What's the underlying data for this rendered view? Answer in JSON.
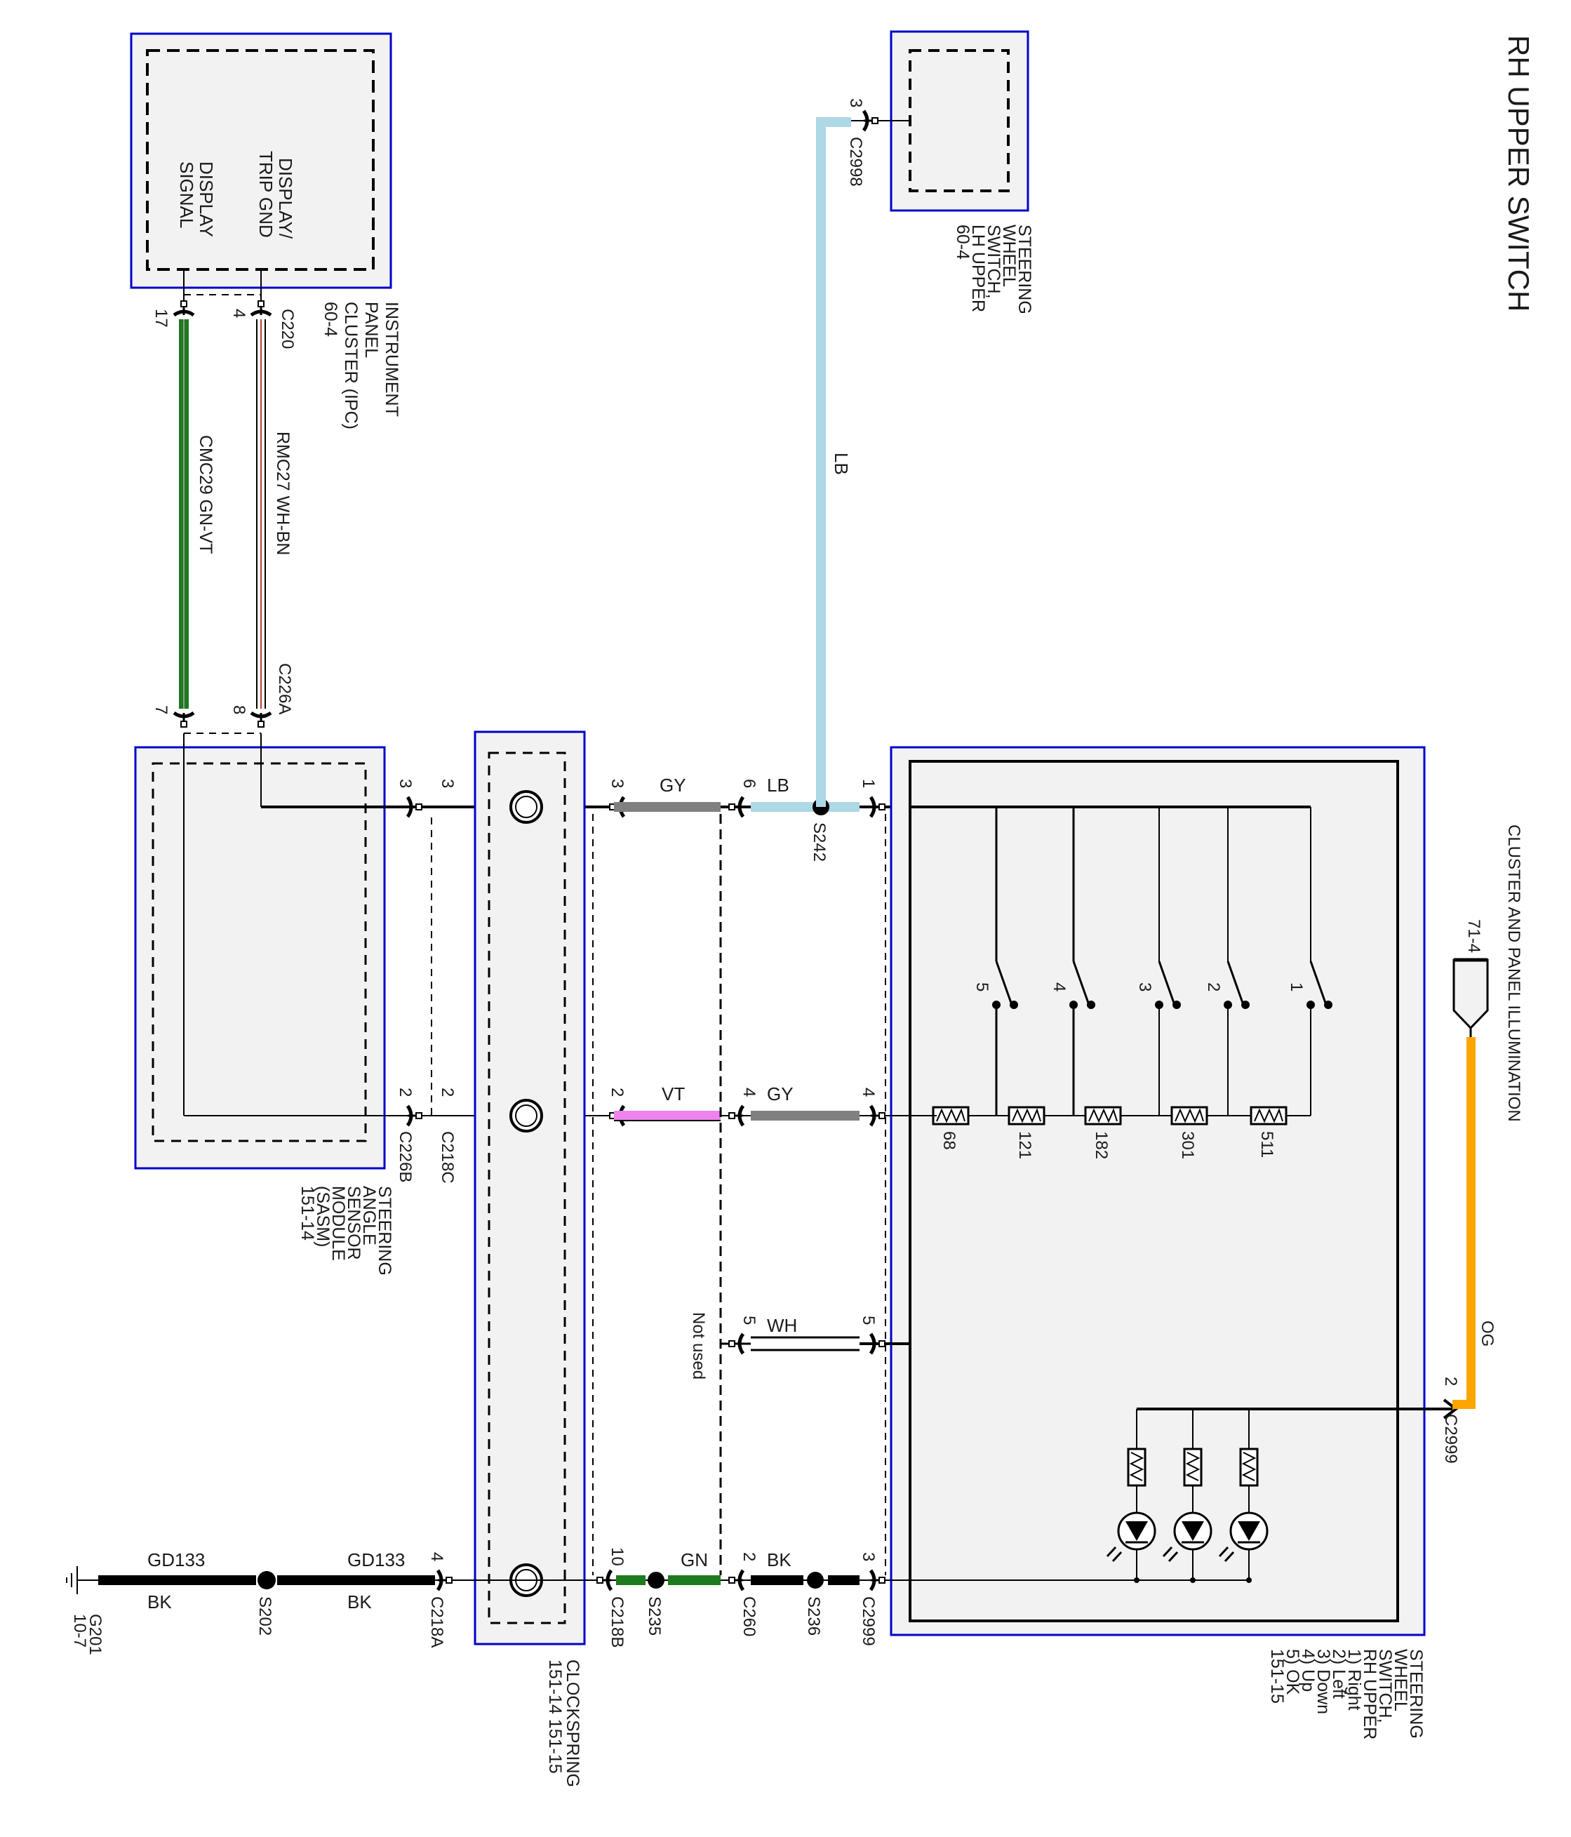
{
  "title": "RH UPPER SWITCH",
  "colors": {
    "box_border": "#0000cc",
    "box_fill": "#f2f2f2",
    "wire_gn": "#1e7a1e",
    "wire_lb": "#add8e6",
    "wire_gy": "#808080",
    "wire_vt": "#ee82ee",
    "wire_og": "#ffa500",
    "wire_bk": "#000000",
    "wire_wh_bn_stripe": "#c0392b"
  },
  "components": {
    "ipc": {
      "name_lines": [
        "INSTRUMENT",
        "PANEL",
        "CLUSTER (IPC)",
        "60-4"
      ],
      "pins": [
        "DISPLAY/",
        "TRIP GND",
        "DISPLAY",
        "SIGNAL"
      ],
      "connector": "C220",
      "pin_17": "17",
      "pin_4": "4"
    },
    "lh_switch": {
      "name_lines": [
        "STEERING",
        "WHEEL",
        "SWITCH,",
        "LH UPPER",
        "60-4"
      ],
      "connector": "C2998",
      "pin": "3"
    },
    "sasm": {
      "name_lines": [
        "STEERING",
        "ANGLE",
        "SENSOR",
        "MODULE",
        "(SASM)",
        "151-14"
      ],
      "connector_a": "C226A",
      "pin_a_8": "8",
      "pin_a_7": "7",
      "connector_b": "C226B",
      "pin_b_3": "3",
      "pin_b_2": "2"
    },
    "clockspring": {
      "name_lines": [
        "CLOCKSPRING",
        "151-14     151-15"
      ],
      "conn_c218c": "C218C",
      "conn_c218a": "C218A",
      "conn_c218b": "C218B",
      "pin_c_3": "3",
      "pin_c_2": "2",
      "pin_a_4": "4",
      "pin_b_3": "3",
      "pin_b_2": "2",
      "pin_b_10": "10"
    },
    "rh_switch": {
      "name_lines": [
        "STEERING",
        "WHEEL",
        "SWITCH,",
        "RH UPPER",
        "1) Right",
        "2) Left",
        "3) Down",
        "4) Up",
        "5) OK",
        "151-15"
      ],
      "connector": "C2999",
      "pin_1": "1",
      "pin_4": "4",
      "pin_5": "5",
      "pin_3": "3",
      "pin_2": "2",
      "switches": [
        "5",
        "4",
        "3",
        "2",
        "1"
      ],
      "resistors": [
        "68",
        "121",
        "182",
        "301",
        "511"
      ],
      "not_used": "Not used"
    },
    "illumination": {
      "label": "CLUSTER AND PANEL ILLUMINATION",
      "ref": "71-4"
    },
    "ground": {
      "name": "G201",
      "ref": "10-7"
    }
  },
  "wires": {
    "cmc29": "CMC29  GN-VT",
    "rmc27": "RMC27  WH-BN",
    "lb_vertical": "LB",
    "row1_gy": "GY",
    "row1_lb": "LB",
    "row1_pin6": "6",
    "row2_vt": "VT",
    "row2_gy": "GY",
    "row2_pin4": "4",
    "row3_wh": "WH",
    "row3_pin5": "5",
    "row3_not_used": "Not used",
    "row4_gn": "GN",
    "row4_bk": "BK",
    "row4_pin2": "2",
    "gd133_a": "GD133",
    "gd133_b": "GD133",
    "bk_a": "BK",
    "bk_b": "BK",
    "og": "OG",
    "og_pin": "2"
  },
  "connectors": {
    "c260": "C260"
  },
  "splices": {
    "s242": "S242",
    "s202": "S202",
    "s235": "S235",
    "s236": "S236"
  }
}
